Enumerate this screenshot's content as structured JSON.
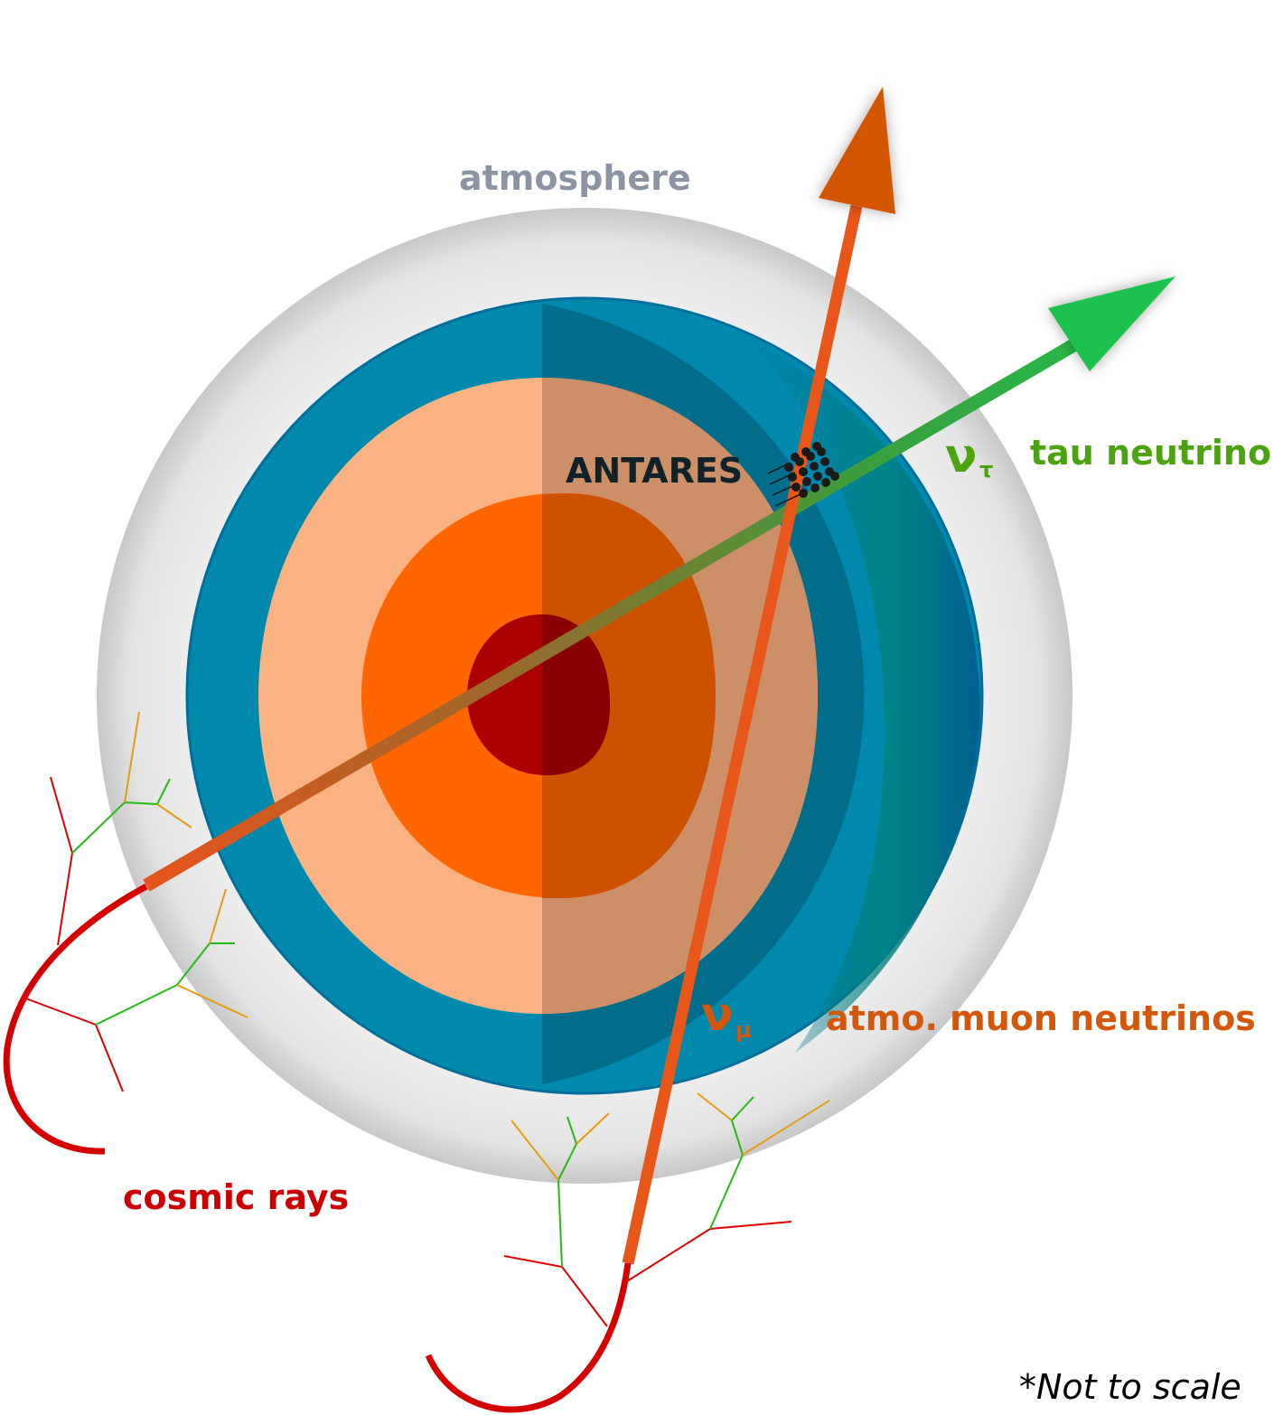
{
  "labels": {
    "atmosphere": "atmosphere",
    "detector": "ANTARES",
    "tau_neutrino": "tau neutrino",
    "tau_symbol": "ν",
    "tau_subscript": "τ",
    "muon_neutrinos": "atmo. muon neutrinos",
    "muon_symbol": "ν",
    "muon_subscript": "μ",
    "cosmic_rays": "cosmic rays",
    "scale_note": "*Not to scale"
  },
  "colors": {
    "atmosphere_text": "#8a94a3",
    "detector_text": "#0f2129",
    "tau": "#1fc24b",
    "tau_text": "#4aa30f",
    "muon": "#e8561a",
    "muon_text": "#d4580c",
    "cosmic": "#d40000",
    "cosmic_text": "#cc0000",
    "ocean": "#0089ad",
    "mantle": "#fbb282",
    "outer_core": "#ff6600",
    "inner_core": "#aa0000",
    "shower_green": "#22bb11",
    "shower_orange": "#e89a10",
    "note_text": "#000000"
  }
}
